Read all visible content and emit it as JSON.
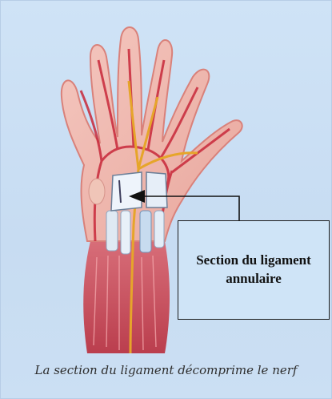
{
  "callout": {
    "line1": "Section du ligament",
    "line2": "annulaire"
  },
  "caption": "La section du ligament décomprime le nerf",
  "colors": {
    "background": "#cbdff3",
    "skin": "#f1b6ad",
    "vessel": "#c8283a",
    "nerve": "#e6a52a",
    "ligament": "#eef4fb",
    "callout_bg": "#cfe4f7"
  },
  "icons": [
    "hand-illustration",
    "arrow-icon"
  ]
}
